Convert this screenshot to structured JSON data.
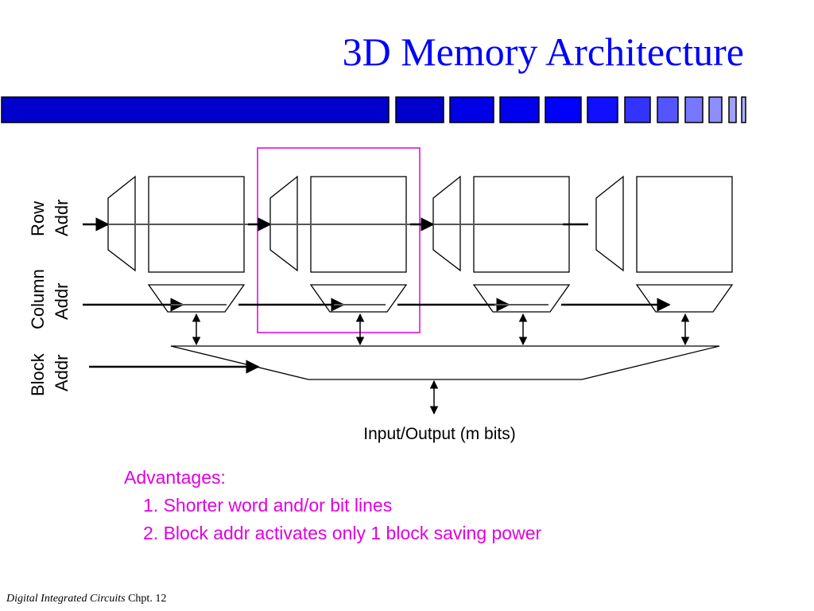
{
  "title": "3D Memory Architecture",
  "labels": {
    "row_addr": [
      "Row",
      "Addr"
    ],
    "column_addr": [
      "Column",
      "Addr"
    ],
    "block_addr": [
      "Block",
      "Addr"
    ],
    "io": "Input/Output (m bits)"
  },
  "advantages": {
    "heading": "Advantages:",
    "items": [
      "1. Shorter word and/or bit lines",
      "2. Block addr activates only 1 block saving power"
    ]
  },
  "footer": {
    "book": "Digital Integrated Circuits",
    "chapter": "Chpt. 12"
  },
  "colors": {
    "title": "#0000ff",
    "advantages": "#e000e0",
    "highlight": "#e000e0",
    "bar_dark": "#0000cc",
    "bar_light": "#a0a0ff",
    "row_line": "#555555"
  }
}
